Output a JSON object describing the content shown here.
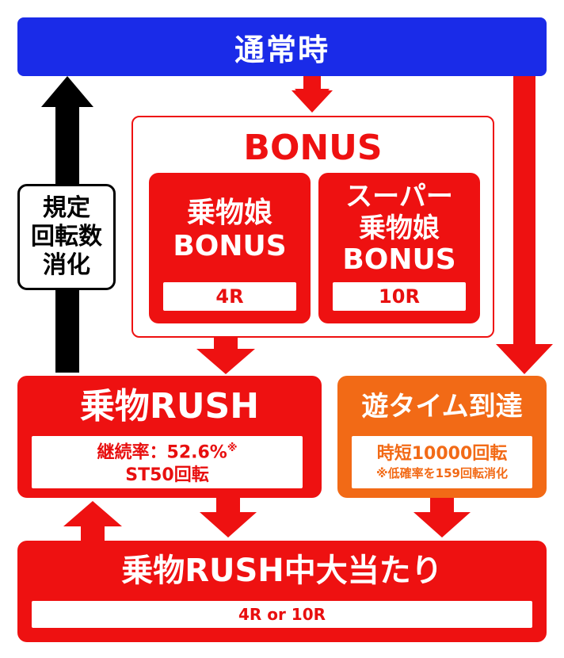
{
  "normal": {
    "label": "通常時"
  },
  "bonus": {
    "title": "BONUS",
    "left": {
      "line1": "乗物娘",
      "line2": "BONUS",
      "rounds": "4R"
    },
    "right": {
      "line1": "スーパー",
      "line2": "乗物娘",
      "line3": "BONUS",
      "rounds": "10R"
    }
  },
  "side_label": {
    "line1": "規定",
    "line2": "回転数",
    "line3": "消化"
  },
  "rush": {
    "title": "乗物RUSH",
    "line1": "継続率：52.6%",
    "mark": "※",
    "line2": "ST50回転"
  },
  "asobi": {
    "title": "遊タイム到達",
    "line1": "時短10000回転",
    "line2": "※低確率を159回転消化"
  },
  "rush_hit": {
    "title": "乗物RUSH中大当たり",
    "rounds": "4R or 10R"
  },
  "colors": {
    "blue": "#1a2be8",
    "red": "#ee1111",
    "orange": "#f26a16",
    "black": "#000000"
  }
}
